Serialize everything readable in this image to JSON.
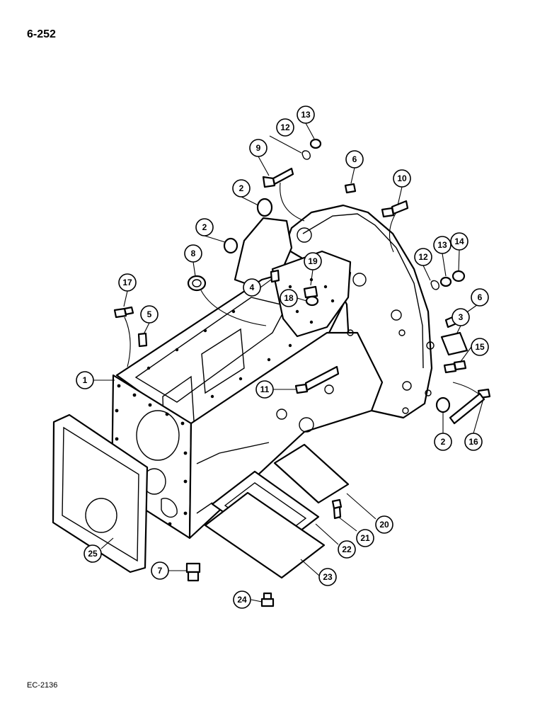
{
  "page_number": "6-252",
  "figure_code": "EC-2136",
  "callouts": [
    {
      "label": "1"
    },
    {
      "label": "2"
    },
    {
      "label": "2"
    },
    {
      "label": "2"
    },
    {
      "label": "3"
    },
    {
      "label": "4"
    },
    {
      "label": "5"
    },
    {
      "label": "6"
    },
    {
      "label": "6"
    },
    {
      "label": "7"
    },
    {
      "label": "8"
    },
    {
      "label": "9"
    },
    {
      "label": "10"
    },
    {
      "label": "11"
    },
    {
      "label": "12"
    },
    {
      "label": "12"
    },
    {
      "label": "13"
    },
    {
      "label": "13"
    },
    {
      "label": "14"
    },
    {
      "label": "15"
    },
    {
      "label": "16"
    },
    {
      "label": "17"
    },
    {
      "label": "18"
    },
    {
      "label": "19"
    },
    {
      "label": "20"
    },
    {
      "label": "21"
    },
    {
      "label": "22"
    },
    {
      "label": "23"
    },
    {
      "label": "24"
    },
    {
      "label": "25"
    }
  ]
}
